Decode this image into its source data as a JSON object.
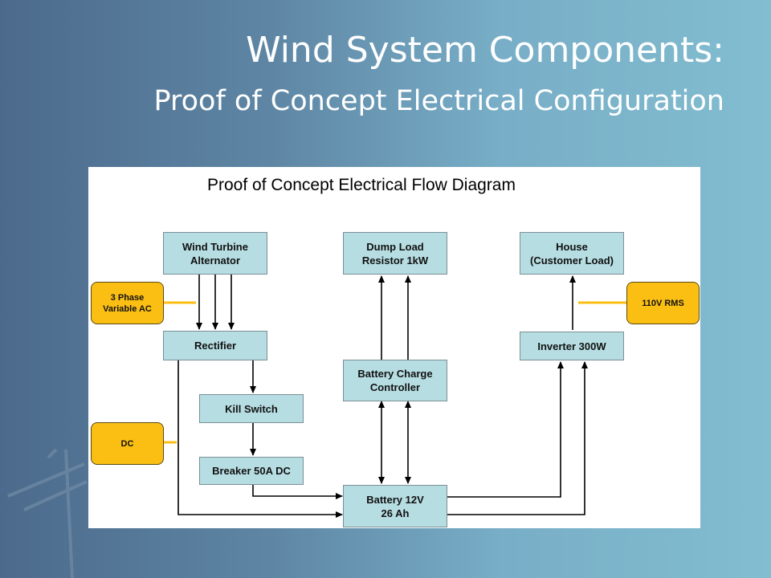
{
  "slide": {
    "title": "Wind System Components:",
    "subtitle": "Proof of Concept Electrical Configuration"
  },
  "diagram": {
    "title": "Proof of Concept Electrical Flow Diagram",
    "nodes": {
      "turbine": "Wind Turbine\nAlternator",
      "rectifier": "Rectifier",
      "kill_switch": "Kill Switch",
      "breaker": "Breaker 50A DC",
      "dump_load": "Dump Load\nResistor 1kW",
      "charge_controller": "Battery Charge\nController",
      "battery": "Battery 12V\n26 Ah",
      "house": "House\n(Customer Load)",
      "inverter": "Inverter 300W"
    },
    "annotations": {
      "three_phase": "3 Phase\nVariable AC",
      "dc": "DC",
      "rms": "110V RMS"
    }
  },
  "colors": {
    "node_fill": "#b6dde2",
    "annotation_fill": "#fbbf14",
    "wire": "#000000"
  }
}
